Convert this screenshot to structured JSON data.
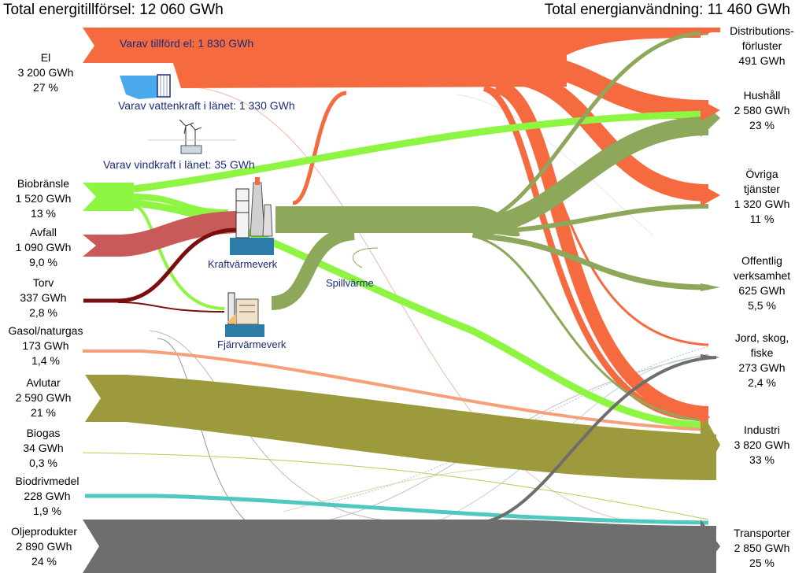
{
  "header": {
    "total_supply": "Total energitillförsel: 12 060 GWh",
    "total_use": "Total energianvändning: 11 460 GWh"
  },
  "sources": [
    {
      "id": "el",
      "lines": [
        "El",
        "3 200 GWh",
        "27 %"
      ],
      "color": "#f56a3e"
    },
    {
      "id": "biobransle",
      "lines": [
        "Biobränsle",
        "1 520 GWh",
        "13 %"
      ],
      "color": "#8ef542"
    },
    {
      "id": "avfall",
      "lines": [
        "Avfall",
        "1 090 GWh",
        "9,0 %"
      ],
      "color": "#c85a5a"
    },
    {
      "id": "torv",
      "lines": [
        "Torv",
        "337 GWh",
        "2,8 %"
      ],
      "color": "#7a0e0e"
    },
    {
      "id": "gasol",
      "lines": [
        "Gasol/naturgas",
        "173 GWh",
        "1,4 %"
      ],
      "color": "#f5a07a"
    },
    {
      "id": "avlutar",
      "lines": [
        "Avlutar",
        "2 590 GWh",
        "21 %"
      ],
      "color": "#9c9a3c"
    },
    {
      "id": "biogas",
      "lines": [
        "Biogas",
        "34 GWh",
        "0,3 %"
      ],
      "color": "#b5cc5a"
    },
    {
      "id": "biodrivmedel",
      "lines": [
        "Biodrivmedel",
        "228 GWh",
        "1,9 %"
      ],
      "color": "#4fc8c0"
    },
    {
      "id": "olja",
      "lines": [
        "Oljeprodukter",
        "2 890 GWh",
        "24 %"
      ],
      "color": "#6e6e6e"
    }
  ],
  "destinations": [
    {
      "id": "distr",
      "lines": [
        "Distributions-",
        "förluster",
        "491 GWh"
      ]
    },
    {
      "id": "hushall",
      "lines": [
        "Hushåll",
        "2 580 GWh",
        "23 %"
      ]
    },
    {
      "id": "ovriga",
      "lines": [
        "Övriga",
        "tjänster",
        "1 320 GWh",
        "11 %"
      ]
    },
    {
      "id": "offentlig",
      "lines": [
        "Offentlig",
        "verksamhet",
        "625 GWh",
        "5,5 %"
      ]
    },
    {
      "id": "jord",
      "lines": [
        "Jord, skog,",
        "fiske",
        "273 GWh",
        "2,4 %"
      ]
    },
    {
      "id": "industri",
      "lines": [
        "Industri",
        "3 820 GWh",
        "33 %"
      ]
    },
    {
      "id": "transporter",
      "lines": [
        "Transporter",
        "2 850 GWh",
        "25 %"
      ]
    }
  ],
  "notes": {
    "el_supplied": "Varav tillförd el: 1 830 GWh",
    "hydro": "Varav vattenkraft i länet: 1 330 GWh",
    "wind": "Varav vindkraft i länet: 35 GWh",
    "chp": "Kraftvärmeverk",
    "district_heating": "Fjärrvärmeverk",
    "waste_heat": "Spillvärme"
  },
  "icons": [
    "power-plant-icon",
    "heating-plant-icon",
    "wind-turbine-icon",
    "hydro-power-icon"
  ]
}
